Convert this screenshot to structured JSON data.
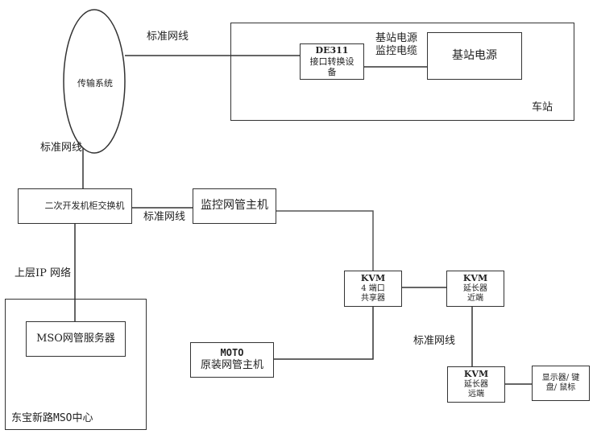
{
  "diagram": {
    "nodes": {
      "transmission_system": {
        "label": "传输系统"
      },
      "station": {
        "label": "车站"
      },
      "de311": {
        "line1": "DE311",
        "line2": "接口转换设",
        "line3": "备"
      },
      "base_power": {
        "label": "基站电源"
      },
      "secondary_switch": {
        "label": "二次开发机柜交换机"
      },
      "monitor_host": {
        "label": "监控网管主机"
      },
      "mso_center": {
        "label": "东宝新路MSO中心"
      },
      "mso_server": {
        "label": "MSO网管服务器"
      },
      "moto_host": {
        "line1": "MOTO",
        "line2": "原装网管主机"
      },
      "kvm_share": {
        "line1": "KVM",
        "line2": "4 端口",
        "line3": "共享器"
      },
      "kvm_near": {
        "line1": "KVM",
        "line2": "延长器",
        "line3": "近端"
      },
      "kvm_far": {
        "line1": "KVM",
        "line2": "延长器",
        "line3": "远端"
      },
      "peripherals": {
        "line1": "显示器/ 键",
        "line2": "盘/ 鼠标"
      }
    },
    "edge_labels": {
      "top_standard_cable": "标准网线",
      "power_monitor_line1": "基站电源",
      "power_monitor_line2": "监控电缆",
      "left_standard_cable": "标准网线",
      "middle_standard_cable": "标准网线",
      "upper_ip_network": "上层IP 网络",
      "kvm_standard_cable": "标准网线"
    },
    "edges": [
      {
        "from": "transmission_system",
        "to": "de311",
        "label": "标准网线"
      },
      {
        "from": "de311",
        "to": "base_power",
        "label": "基站电源监控电缆"
      },
      {
        "from": "transmission_system",
        "to": "secondary_switch",
        "label": "标准网线"
      },
      {
        "from": "secondary_switch",
        "to": "monitor_host",
        "label": "标准网线"
      },
      {
        "from": "secondary_switch",
        "to": "mso_server",
        "label": "上层IP 网络"
      },
      {
        "from": "monitor_host",
        "to": "kvm_share"
      },
      {
        "from": "moto_host",
        "to": "kvm_share"
      },
      {
        "from": "kvm_share",
        "to": "kvm_near"
      },
      {
        "from": "kvm_near",
        "to": "kvm_far",
        "label": "标准网线"
      },
      {
        "from": "kvm_far",
        "to": "peripherals"
      }
    ]
  }
}
